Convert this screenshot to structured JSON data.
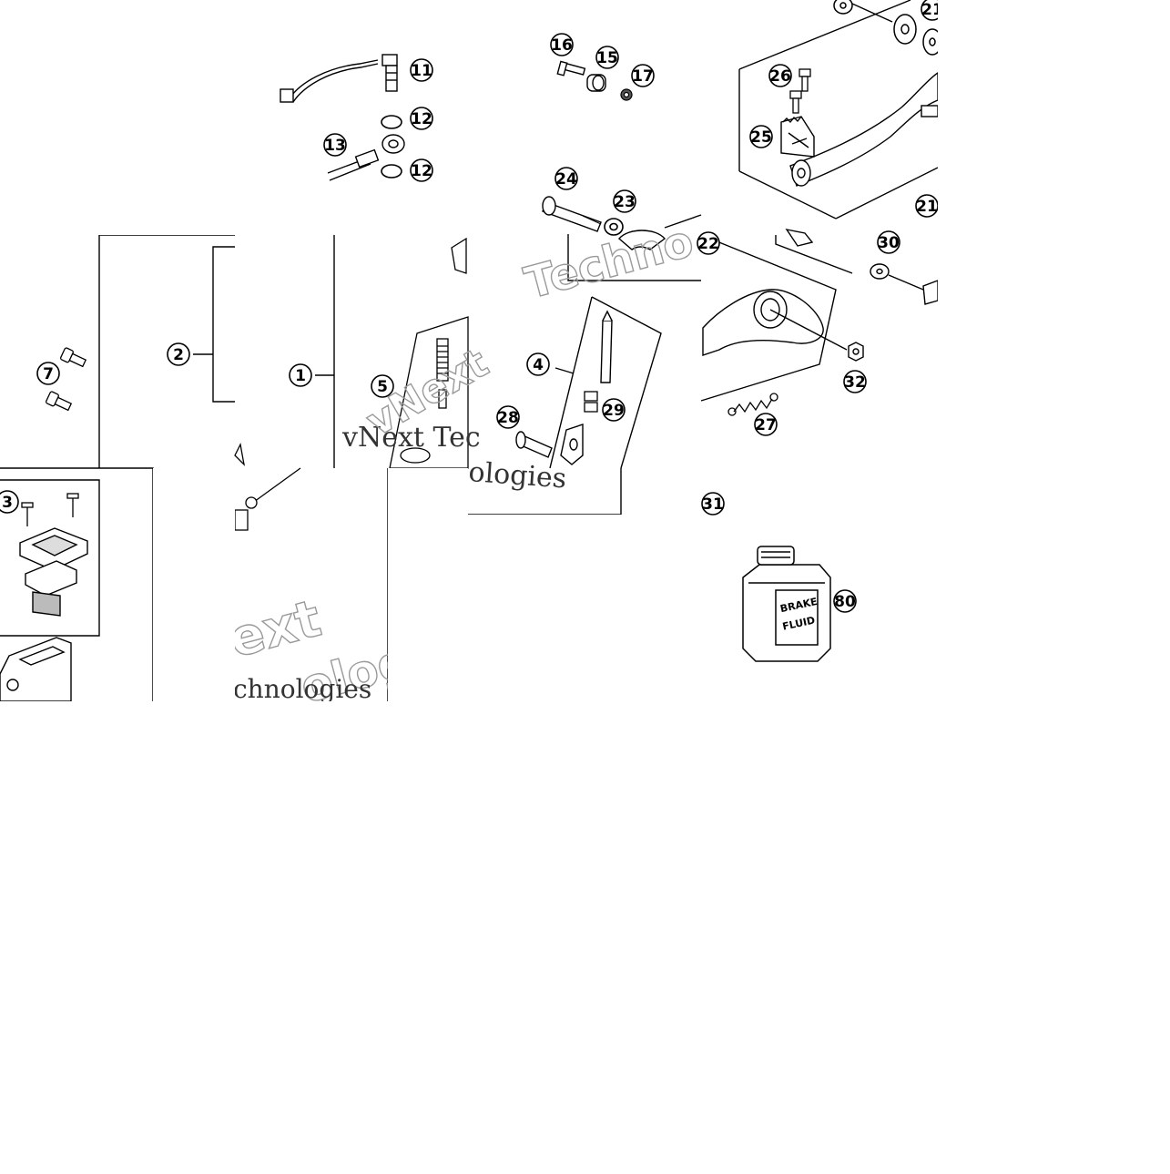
{
  "diagram": {
    "callouts": {
      "c1": "1",
      "c2": "2",
      "c3": "3",
      "c4": "4",
      "c5": "5",
      "c7": "7",
      "c11": "11",
      "c12a": "12",
      "c12b": "12",
      "c13": "13",
      "c15": "15",
      "c16": "16",
      "c17": "17",
      "c21a": "21",
      "c21b": "21",
      "c22": "22",
      "c23": "23",
      "c24": "24",
      "c25": "25",
      "c26": "26",
      "c27": "27",
      "c28": "28",
      "c29": "29",
      "c30": "30",
      "c31": "31",
      "c32": "32",
      "c80": "80"
    },
    "can_label_line1": "BRAKE",
    "can_label_line2": "FLUID",
    "watermarks": {
      "w1": "Techno",
      "w2": "vNext Tec",
      "w3": "ologies",
      "w4": "vNext",
      "w5": "ext",
      "w6": "ologies",
      "w7": "chnologies"
    }
  }
}
